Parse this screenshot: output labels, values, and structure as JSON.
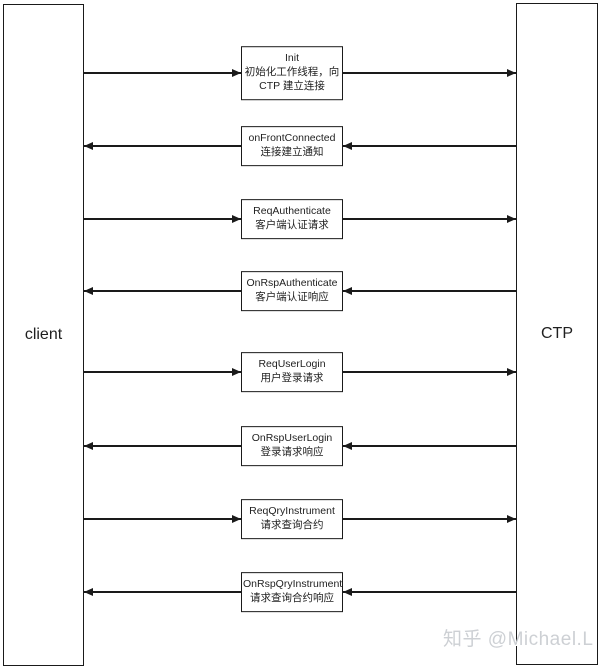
{
  "diagram": {
    "left_actor": {
      "label": "client"
    },
    "right_actor": {
      "label": "CTP"
    },
    "messages": [
      {
        "name": "Init",
        "desc": "初始化工作线程，向\nCTP 建立连接",
        "direction": "right"
      },
      {
        "name": "onFrontConnected",
        "desc": "连接建立通知",
        "direction": "left"
      },
      {
        "name": "ReqAuthenticate",
        "desc": "客户端认证请求",
        "direction": "right"
      },
      {
        "name": "OnRspAuthenticate",
        "desc": "客户端认证响应",
        "direction": "left"
      },
      {
        "name": "ReqUserLogin",
        "desc": "用户登录请求",
        "direction": "right"
      },
      {
        "name": "OnRspUserLogin",
        "desc": "登录请求响应",
        "direction": "left"
      },
      {
        "name": "ReqQryInstrument",
        "desc": "请求查询合约",
        "direction": "right"
      },
      {
        "name": "OnRspQryInstrument",
        "desc": "请求查询合约响应",
        "direction": "left"
      }
    ],
    "watermark": "知乎 @Michael.L",
    "colors": {
      "line": "#1a1a1a",
      "background": "#ffffff",
      "watermark": "#cdd0d4"
    }
  }
}
